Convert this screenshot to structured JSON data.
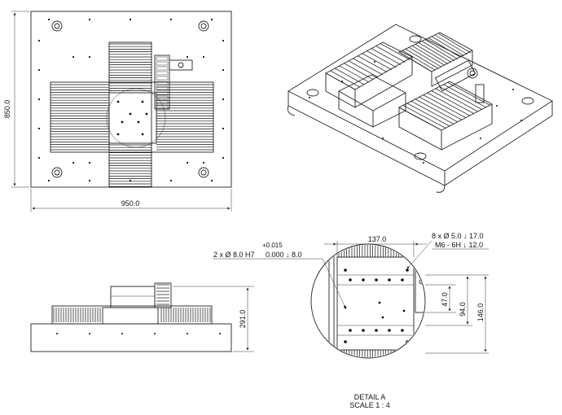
{
  "dimensions": {
    "height_top": "850.0",
    "width_top": "950.0",
    "side_height": "291.0",
    "detail_width": "137.0",
    "detail_47": "47.0",
    "detail_94": "94.0",
    "detail_146": "146.0"
  },
  "callouts": {
    "tolerance": "+0.015",
    "hole_a_line1": "2 x Ø 8.0  H7",
    "hole_a_line2": "0.000 ↓ 8.0",
    "hole_b_line1": "8 x Ø 5.0 ↓ 17.0",
    "hole_b_line2": "M6 - 6H ↓ 12.0"
  },
  "detail": {
    "title": "DETAIL A",
    "scale": "SCALE 1 : 4"
  },
  "colors": {
    "line": "#222222",
    "background": "#ffffff"
  }
}
